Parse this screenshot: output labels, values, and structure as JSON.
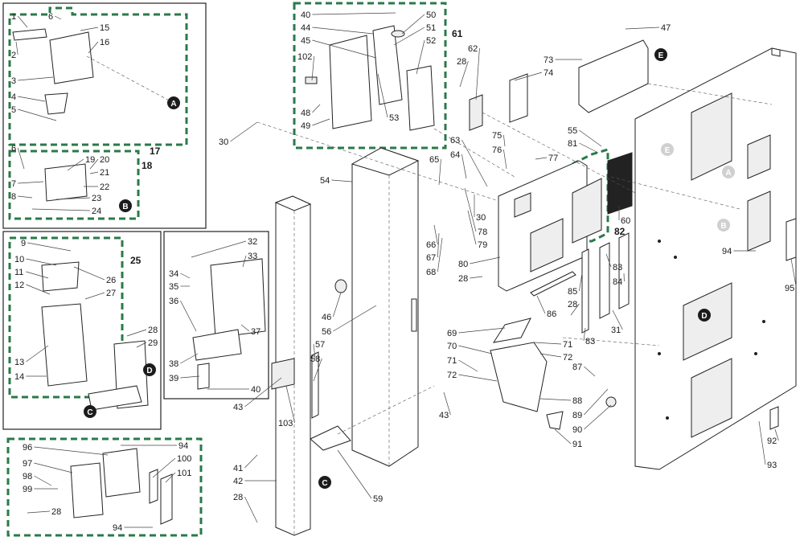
{
  "colors": {
    "group_outline": "#2a7a4a",
    "marker_dark": "#1c1c1c",
    "marker_light": "#d0d0d0",
    "line": "#222222"
  },
  "group_labels": {
    "g17": "17",
    "g18": "18",
    "g25": "25",
    "g61": "61",
    "g82": "82"
  },
  "markers": {
    "a": "A",
    "b": "B",
    "c": "C",
    "d": "D",
    "e": "E"
  },
  "parts": {
    "p1": "1",
    "p2": "2",
    "p3": "3",
    "p4": "4",
    "p5": "5",
    "p6": "6",
    "p7": "7",
    "p8": "8",
    "p9": "9",
    "p10": "10",
    "p11": "11",
    "p12": "12",
    "p13": "13",
    "p14": "14",
    "p15": "15",
    "p16": "16",
    "p19": "19",
    "p20": "20",
    "p21": "21",
    "p22": "22",
    "p23": "23",
    "p24": "24",
    "p26": "26",
    "p27": "27",
    "p28": "28",
    "p29": "29",
    "p30": "30",
    "p31": "31",
    "p32": "32",
    "p33": "33",
    "p34": "34",
    "p35": "35",
    "p36": "36",
    "p37": "37",
    "p38": "38",
    "p39": "39",
    "p40": "40",
    "p41": "41",
    "p42": "42",
    "p43": "43",
    "p44": "44",
    "p45": "45",
    "p46": "46",
    "p47": "47",
    "p48": "48",
    "p49": "49",
    "p50": "50",
    "p51": "51",
    "p52": "52",
    "p53": "53",
    "p54": "54",
    "p55": "55",
    "p56": "56",
    "p57": "57",
    "p58": "58",
    "p59": "59",
    "p60": "60",
    "p62": "62",
    "p63": "63",
    "p64": "64",
    "p65": "65",
    "p66": "66",
    "p67": "67",
    "p68": "68",
    "p69": "69",
    "p70": "70",
    "p71": "71",
    "p72": "72",
    "p73": "73",
    "p74": "74",
    "p75": "75",
    "p76": "76",
    "p77": "77",
    "p78": "78",
    "p79": "79",
    "p80": "80",
    "p81": "81",
    "p83": "83",
    "p84": "84",
    "p85": "85",
    "p86": "86",
    "p87": "87",
    "p88": "88",
    "p89": "89",
    "p90": "90",
    "p91": "91",
    "p92": "92",
    "p93": "93",
    "p94": "94",
    "p95": "95",
    "p96": "96",
    "p97": "97",
    "p98": "98",
    "p99": "99",
    "p100": "100",
    "p101": "101",
    "p102": "102",
    "p103": "103"
  }
}
